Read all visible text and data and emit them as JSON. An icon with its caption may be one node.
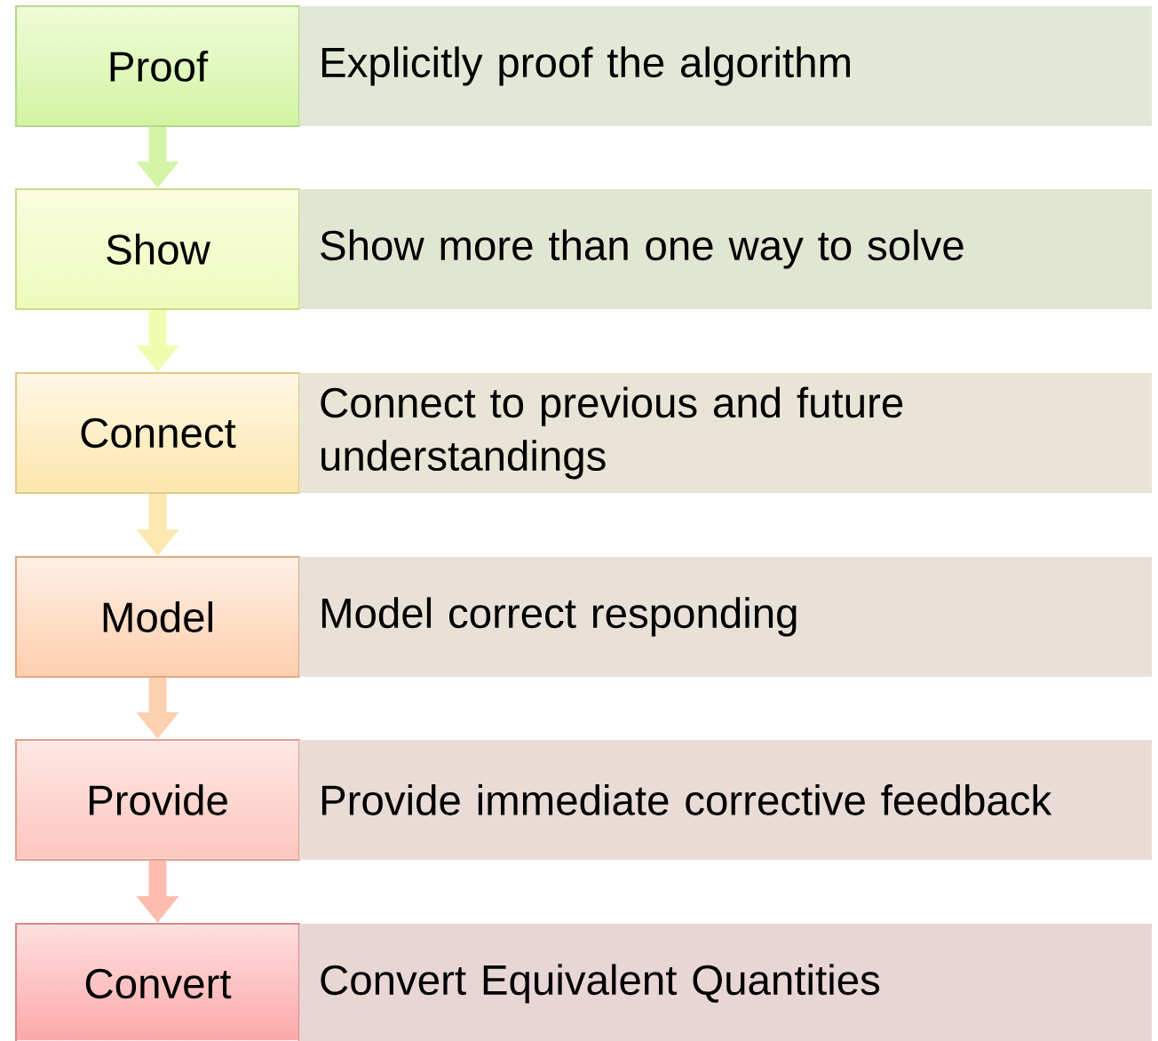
{
  "diagram": {
    "nodes": [
      {
        "text": [
          "Proof"
        ]
      },
      {
        "text": [
          "Explicitly proof the algorithm"
        ]
      },
      {
        "text": [
          "Show"
        ]
      },
      {
        "text": [
          "Show more than one way to solve"
        ]
      },
      {
        "text": [
          "Connect"
        ]
      },
      {
        "text": [
          "Connect to previous and future understandings"
        ]
      },
      {
        "text": [
          "Model"
        ]
      },
      {
        "text": [
          "Model correct responding"
        ]
      },
      {
        "text": [
          "Provide"
        ]
      },
      {
        "text": [
          "Provide immediate corrective feedback"
        ]
      },
      {
        "text": [
          "Convert"
        ]
      },
      {
        "text": [
          "Convert Equivalent Quantities"
        ]
      }
    ],
    "edges": [
      {
        "from": 0,
        "to": 2,
        "arrow": "to",
        "color": "#d4f5a8"
      },
      {
        "from": 2,
        "to": 4,
        "arrow": "to",
        "color": "#f0fcb0"
      },
      {
        "from": 4,
        "to": 6,
        "arrow": "to",
        "color": "#fde8b0"
      },
      {
        "from": 6,
        "to": 8,
        "arrow": "to",
        "color": "#fdd0b0"
      },
      {
        "from": 8,
        "to": 10,
        "arrow": "to",
        "color": "#fcbcb0"
      }
    ]
  }
}
